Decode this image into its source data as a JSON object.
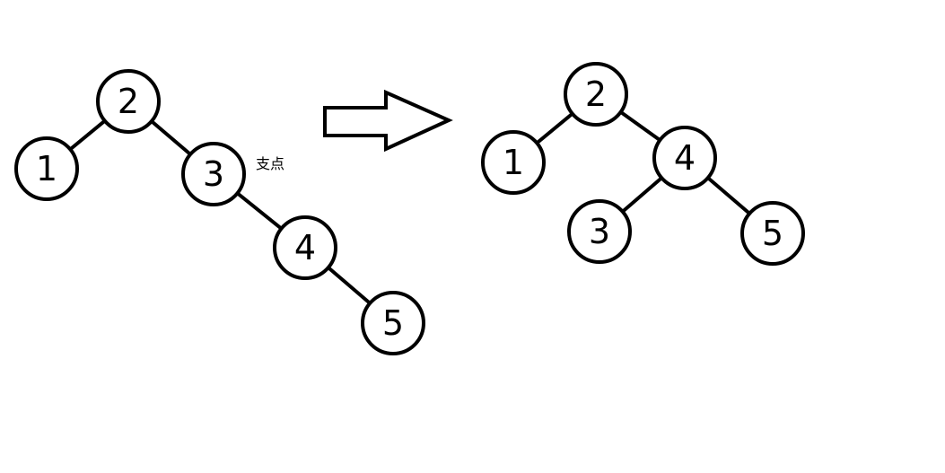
{
  "before_tree": {
    "nodes": [
      "1",
      "2",
      "3",
      "4",
      "5"
    ],
    "edges": [
      [
        "2",
        "1"
      ],
      [
        "2",
        "3"
      ],
      [
        "3",
        "4"
      ],
      [
        "4",
        "5"
      ]
    ],
    "pivot_label": "支点"
  },
  "after_tree": {
    "nodes": [
      "1",
      "2",
      "3",
      "4",
      "5"
    ],
    "edges": [
      [
        "2",
        "1"
      ],
      [
        "2",
        "4"
      ],
      [
        "4",
        "3"
      ],
      [
        "4",
        "5"
      ]
    ]
  },
  "colors": {
    "stroke": "#000000",
    "background": "#ffffff"
  }
}
